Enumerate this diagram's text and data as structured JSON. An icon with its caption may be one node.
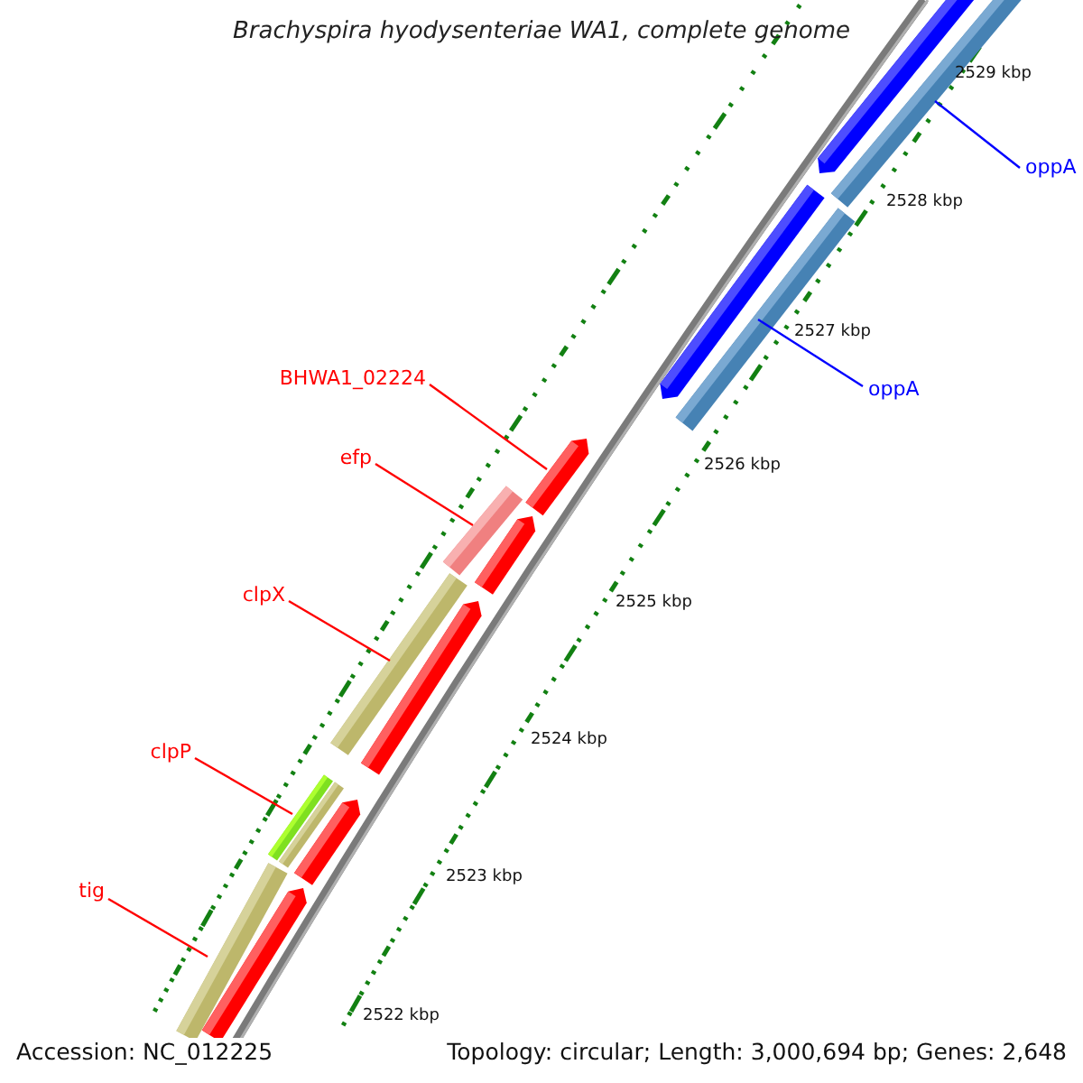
{
  "diagram": {
    "title": "Brachyspira hyodysenteriae WA1, complete genome",
    "nodes": [
      {
        "text": [
          "oppA"
        ]
      },
      {
        "text": [
          "BHWA1_02224"
        ]
      },
      {
        "text": [
          "oppA"
        ]
      },
      {
        "text": [
          "efp"
        ]
      },
      {
        "text": [
          "clpX"
        ]
      },
      {
        "text": [
          "clpP"
        ]
      },
      {
        "text": [
          "tig"
        ]
      },
      {
        "text": [],
        "shape": "bar"
      },
      {
        "text": [],
        "shape": "bar"
      },
      {
        "text": [],
        "shape": "bar"
      },
      {
        "text": [],
        "shape": "bar"
      },
      {
        "text": [],
        "shape": "bar"
      },
      {
        "text": [],
        "shape": "bar"
      },
      {
        "text": [],
        "shape": "bar"
      }
    ],
    "edges": [
      {
        "from": 0,
        "to": 7,
        "arrow": "none",
        "color": "#0000ff"
      },
      {
        "from": 1,
        "to": 8,
        "arrow": "none"
      },
      {
        "from": 2,
        "to": 9,
        "arrow": "none",
        "color": "#0000ff"
      },
      {
        "from": 3,
        "to": 10,
        "arrow": "none"
      },
      {
        "from": 4,
        "to": 11,
        "arrow": "none"
      },
      {
        "from": 5,
        "to": 12,
        "arrow": "none"
      },
      {
        "from": 6,
        "to": 13,
        "arrow": "none"
      }
    ],
    "labels": [
      "2529 kbp",
      "2528 kbp",
      "2527 kbp",
      "2526 kbp",
      "2525 kbp",
      "2524 kbp",
      "2523 kbp",
      "2522 kbp",
      "Accession: NC_012225",
      "Topology: circular; Length: 3,000,694 bp; Genes: 2,648"
    ]
  }
}
